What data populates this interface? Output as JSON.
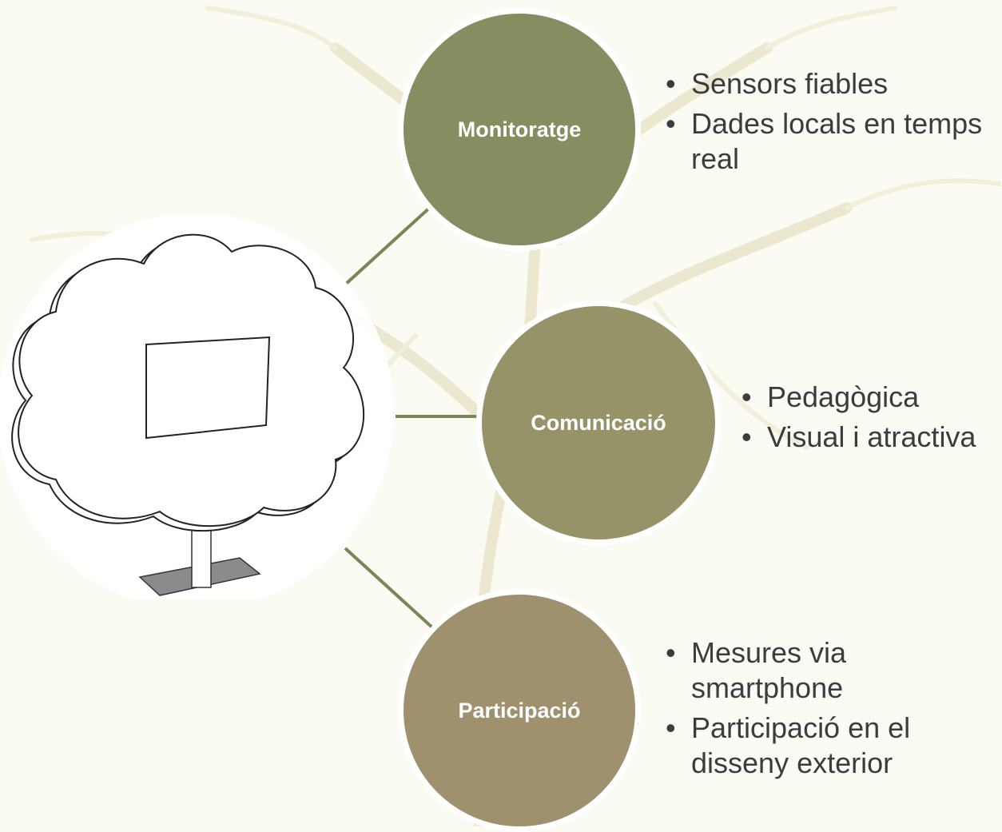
{
  "colors": {
    "monitoratge": "#858d61",
    "comunicacio": "#969368",
    "participacio": "#9f916e",
    "connector": "#7a8559",
    "background": "#fbfaf3"
  },
  "nodes": [
    {
      "label": "Monitoratge",
      "bullets": [
        "Sensors fiables",
        "Dades locals en temps real"
      ]
    },
    {
      "label": "Comunicació",
      "bullets": [
        "Pedagògica",
        "Visual i atractiva"
      ]
    },
    {
      "label": "Participació",
      "bullets": [
        "Mesures via smartphone",
        "Participació en el disseny exterior"
      ]
    }
  ],
  "illustration": "tree-shaped-display-sketch"
}
